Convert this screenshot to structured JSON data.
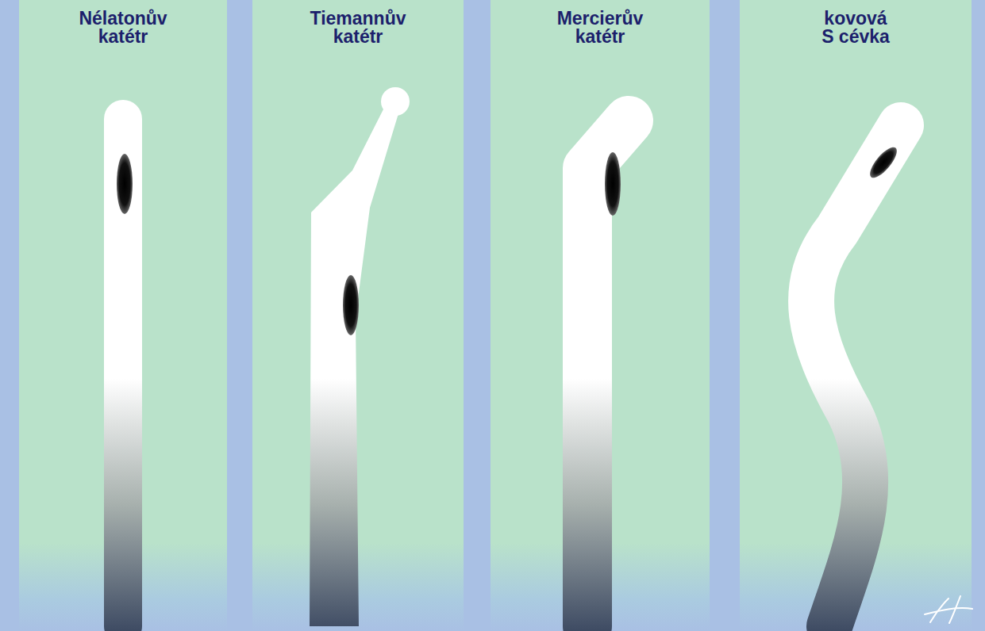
{
  "diagram": {
    "nodes": [
      {
        "text": [
          "Nélatonův katétr"
        ]
      },
      {
        "text": [
          "Tiemannův katétr"
        ]
      },
      {
        "text": [
          "Mercierův katétr"
        ]
      },
      {
        "text": [
          "kovová S cévka"
        ]
      }
    ]
  }
}
